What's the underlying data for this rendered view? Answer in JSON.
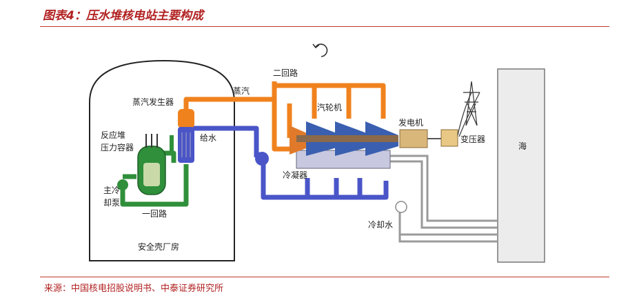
{
  "title": "图表4：压水堆核电站主要构成",
  "source": "来源：中国核电招股说明书、中泰证券研究所",
  "labels": {
    "steam_generator": "蒸汽发生器",
    "steam": "蒸汽",
    "secondary_loop": "二回路",
    "turbine": "汽轮机",
    "generator": "发电机",
    "transformer": "变压器",
    "sea": "海",
    "reactor_vessel_line1": "反应堆",
    "reactor_vessel_line2": "压力容器",
    "feedwater": "给水",
    "condenser": "冷凝器",
    "coolant_pump_line1": "主冷",
    "coolant_pump_line2": "却泵",
    "primary_loop": "一回路",
    "cooling_water": "冷却水",
    "containment": "安全壳厂房"
  },
  "colors": {
    "title": "#b22222",
    "steam_pipe": "#f0821e",
    "feedwater_pipe": "#4a55c8",
    "primary_pipe": "#2f8f3a",
    "turbine": "#3a5fb0",
    "cooling_pipe": "#8c8c8c"
  },
  "icons": [
    "undo-arrow-icon",
    "power-tower-icon"
  ]
}
